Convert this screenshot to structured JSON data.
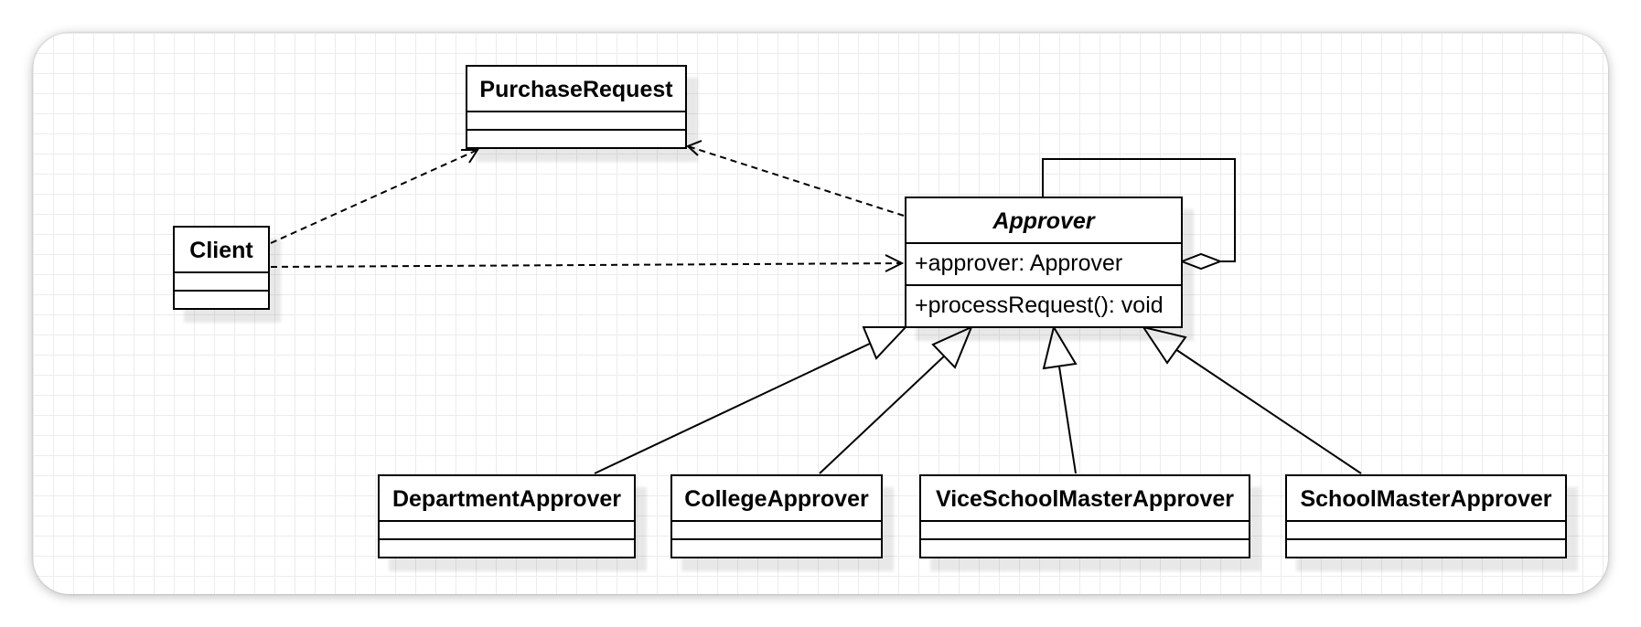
{
  "diagram": {
    "classes": [
      {
        "id": "purchase",
        "name": "PurchaseRequest",
        "abstract": false,
        "attributes": [],
        "methods": []
      },
      {
        "id": "client",
        "name": "Client",
        "abstract": false,
        "attributes": [],
        "methods": []
      },
      {
        "id": "approver",
        "name": "Approver",
        "abstract": true,
        "attributes": [
          "+approver: Approver"
        ],
        "methods": [
          "+processRequest(): void"
        ]
      },
      {
        "id": "department",
        "name": "DepartmentApprover",
        "abstract": false,
        "attributes": [],
        "methods": []
      },
      {
        "id": "college",
        "name": "CollegeApprover",
        "abstract": false,
        "attributes": [],
        "methods": []
      },
      {
        "id": "vice",
        "name": "ViceSchoolMasterApprover",
        "abstract": false,
        "attributes": [],
        "methods": []
      },
      {
        "id": "school",
        "name": "SchoolMasterApprover",
        "abstract": false,
        "attributes": [],
        "methods": []
      }
    ],
    "relations": [
      {
        "type": "dependency",
        "from": "client",
        "to": "purchase"
      },
      {
        "type": "dependency",
        "from": "client",
        "to": "approver"
      },
      {
        "type": "dependency",
        "from": "approver",
        "to": "purchase"
      },
      {
        "type": "aggregation",
        "from": "approver",
        "to": "approver"
      },
      {
        "type": "generalization",
        "from": "department",
        "to": "approver"
      },
      {
        "type": "generalization",
        "from": "college",
        "to": "approver"
      },
      {
        "type": "generalization",
        "from": "vice",
        "to": "approver"
      },
      {
        "type": "generalization",
        "from": "school",
        "to": "approver"
      }
    ]
  }
}
